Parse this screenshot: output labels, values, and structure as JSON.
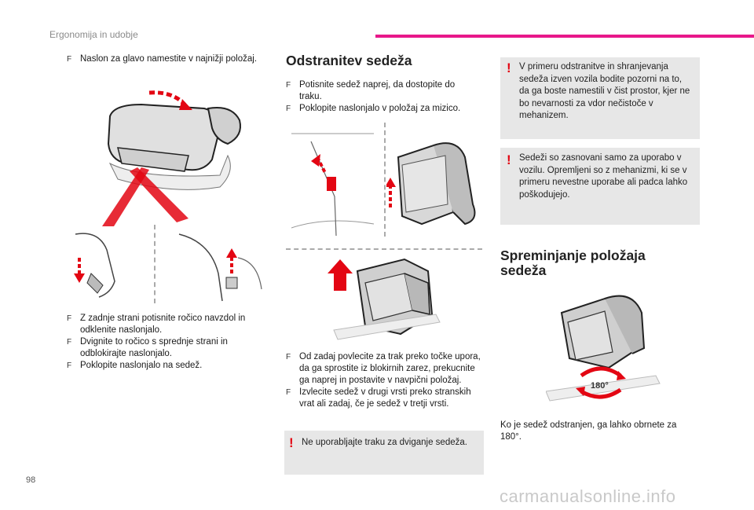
{
  "header": {
    "section_title": "Ergonomija in udobje",
    "accent_color": "#e8178a"
  },
  "footer": {
    "page_number": "98",
    "watermark": "carmanualsonline.info"
  },
  "col1": {
    "top_bullet": "Naslon za glavo namestite v najnižji položaj.",
    "bullets": [
      "Z zadnje strani potisnite ročico navzdol in odklenite naslonjalo.",
      "Dvignite to ročico s sprednje strani in odblokirajte naslonjalo.",
      "Poklopite naslonjalo na sedež."
    ]
  },
  "col2": {
    "heading": "Odstranitev sedeža",
    "bullets_a": [
      "Potisnite sedež naprej, da dostopite do traku.",
      "Poklopite naslonjalo v položaj za mizico."
    ],
    "bullets_b": [
      "Od zadaj povlecite za trak preko točke upora, da ga sprostite iz blokirnih zarez, prekucnite ga naprej in postavite v navpični položaj.",
      "Izvlecite sedež v drugi vrsti preko stranskih vrat ali zadaj, če je sedež v tretji vrsti."
    ],
    "warning": "Ne uporabljajte traku za dviganje sedeža."
  },
  "col3": {
    "warning_1": "V primeru odstranitve in shranjevanja sedeža izven vozila bodite pozorni na to, da ga boste namestili v čist prostor, kjer ne bo nevarnosti za vdor nečistoče v mehanizem.",
    "warning_2": "Sedeži so zasnovani samo za uporabo v vozilu. Opremljeni so z mehanizmi, ki se v primeru nevestne uporabe ali padca lahko poškodujejo.",
    "heading": "Spreminjanje položaja sedeža",
    "rotation_label": "180°",
    "text": "Ko je sedež odstranjen, ga lahko obrnete za 180°."
  },
  "icons": {
    "bullet": "F",
    "warning": "!"
  },
  "colors": {
    "arrow_red": "#e30613",
    "warning_bg": "#e7e7e7"
  }
}
